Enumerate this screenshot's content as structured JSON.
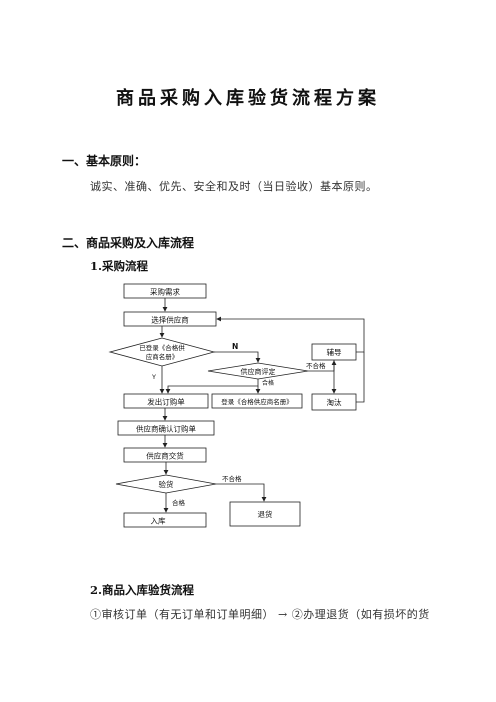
{
  "doc": {
    "title": "商品采购入库验货流程方案",
    "section1_heading": "一、基本原则：",
    "section1_body": "诚实、准确、优先、安全和及时（当日验收）基本原则。",
    "section2_heading": "二、商品采购及入库流程",
    "sub1_heading": "1.采购流程",
    "sub2_heading": "2.商品入库验货流程",
    "sub2_body": "①审核订单（有无订单和订单明细） → ②办理退货（如有损坏的货"
  },
  "flow": {
    "demand": "采购需求",
    "select_supplier": "选择供应商",
    "registered_line1": "已登录《合格供",
    "registered_line2": "应商名册》",
    "n_label": "N",
    "y_label": "Y",
    "supplier_eval": "供应商评定",
    "guidance": "辅导",
    "fail_label_1": "不合格",
    "pass_label_1": "合格",
    "issue_order": "发出订购单",
    "register_list": "登录《合格供应商名册》",
    "eliminate": "淘汰",
    "confirm_order": "供应商确认订购单",
    "supplier_delivery": "供应商交货",
    "inspection": "验货",
    "fail_label_2": "不合格",
    "pass_label_2": "合格",
    "warehouse_in": "入库",
    "return_goods": "退货"
  }
}
